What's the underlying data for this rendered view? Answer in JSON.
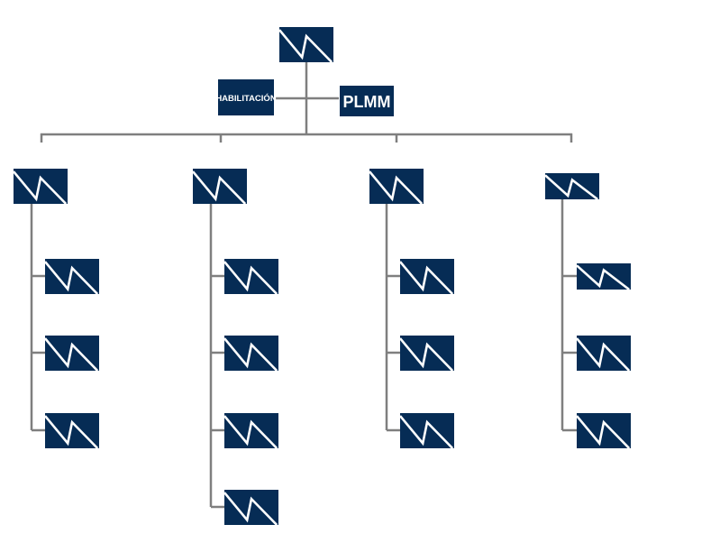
{
  "diagram": {
    "type": "org-chart",
    "colors": {
      "box": "#062c55",
      "connector": "#7f7f7f",
      "text": "#ffffff"
    },
    "logo_icon": "company-logo-icon",
    "root": {
      "icon": "logo-icon"
    },
    "staff": [
      {
        "label": "HABILITACIÓN",
        "side": "left"
      },
      {
        "label": "PLMM",
        "side": "right"
      }
    ],
    "columns": [
      {
        "head": "logo-icon",
        "children": 3
      },
      {
        "head": "logo-icon",
        "children": 4
      },
      {
        "head": "logo-icon",
        "children": 3
      },
      {
        "head": "logo-icon",
        "children": 3
      }
    ]
  }
}
